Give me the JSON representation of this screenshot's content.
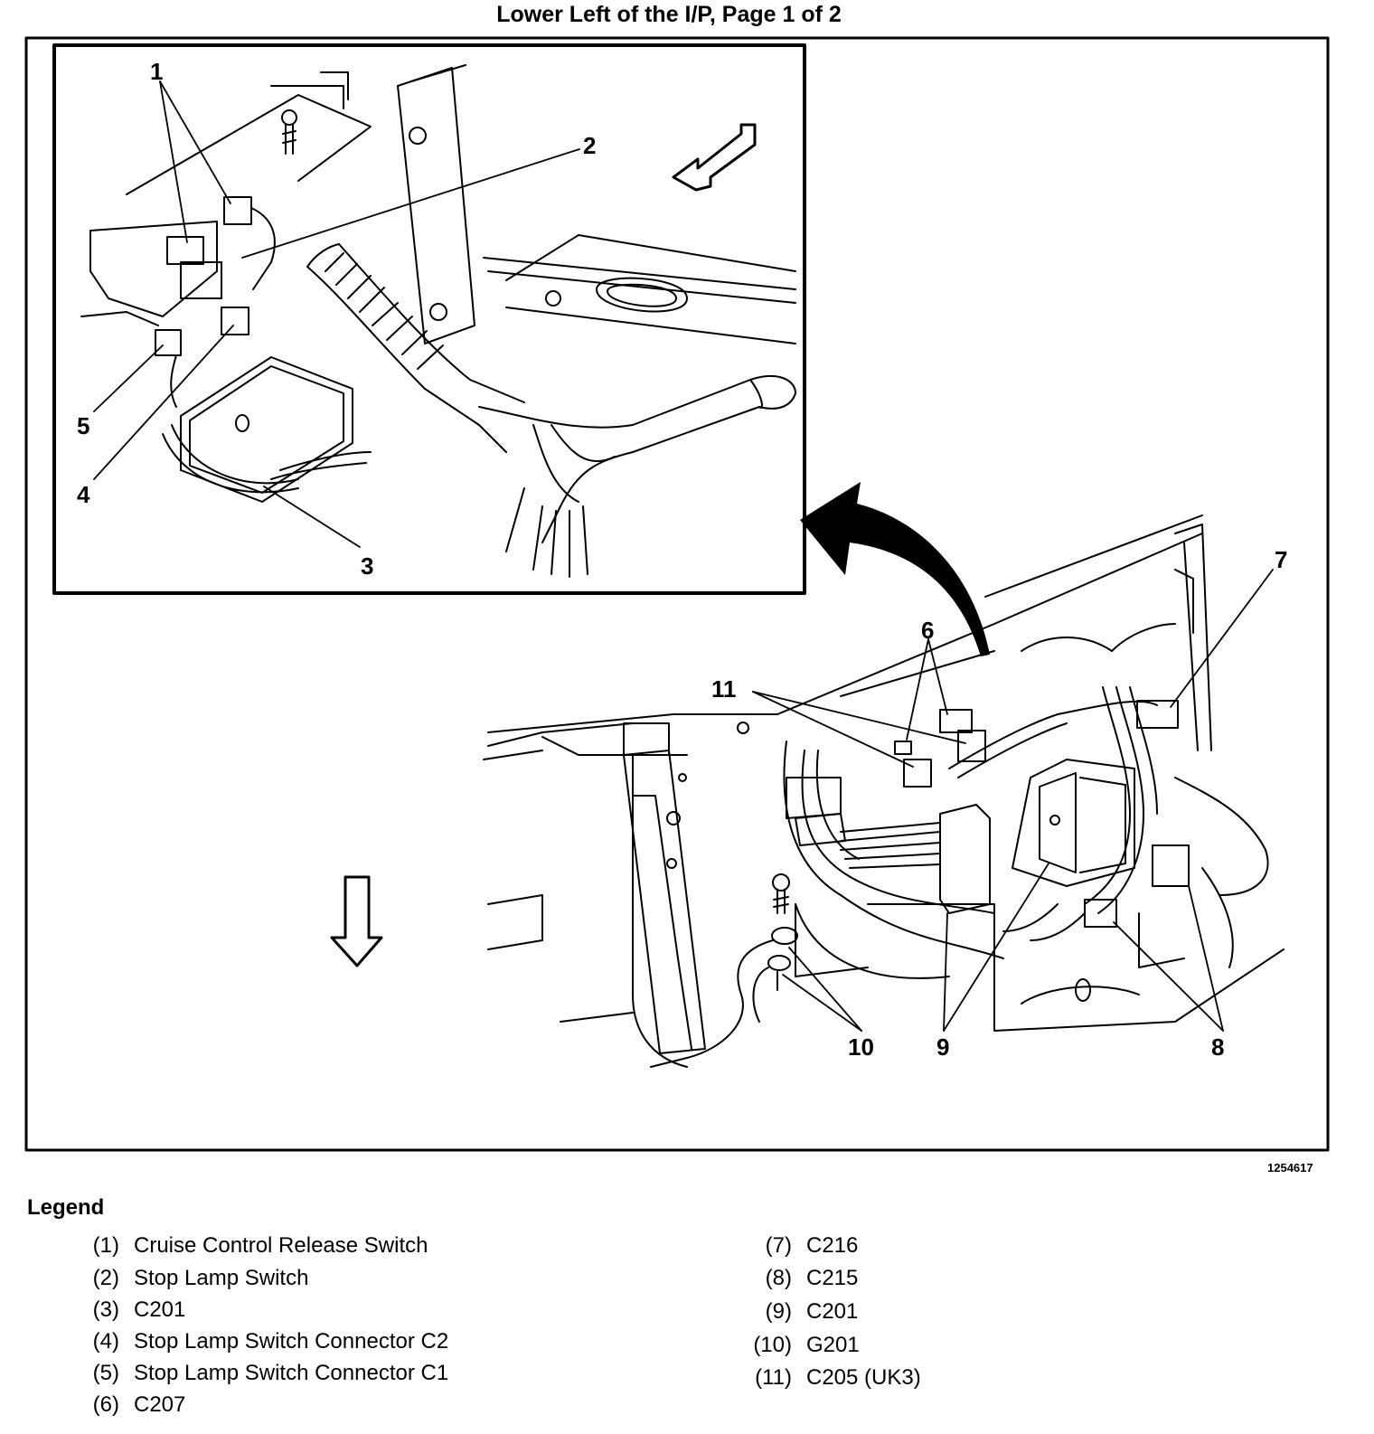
{
  "title": "Lower Left of the I/P, Page 1 of 2",
  "figure_id": "1254617",
  "callouts": {
    "c1": "1",
    "c2": "2",
    "c3": "3",
    "c4": "4",
    "c5": "5",
    "c6": "6",
    "c7": "7",
    "c8": "8",
    "c9": "9",
    "c10": "10",
    "c11": "11"
  },
  "legend": {
    "title": "Legend",
    "left": [
      {
        "num": "(1)",
        "label": "Cruise Control Release Switch"
      },
      {
        "num": "(2)",
        "label": "Stop Lamp Switch"
      },
      {
        "num": "(3)",
        "label": "C201"
      },
      {
        "num": "(4)",
        "label": "Stop Lamp Switch Connector C2"
      },
      {
        "num": "(5)",
        "label": "Stop Lamp Switch Connector C1"
      },
      {
        "num": "(6)",
        "label": "C207"
      }
    ],
    "right": [
      {
        "num": "(7)",
        "label": "C216"
      },
      {
        "num": "(8)",
        "label": "C215"
      },
      {
        "num": "(9)",
        "label": "C201"
      },
      {
        "num": "(10)",
        "label": "G201"
      },
      {
        "num": "(11)",
        "label": "C205 (UK3)"
      }
    ]
  }
}
